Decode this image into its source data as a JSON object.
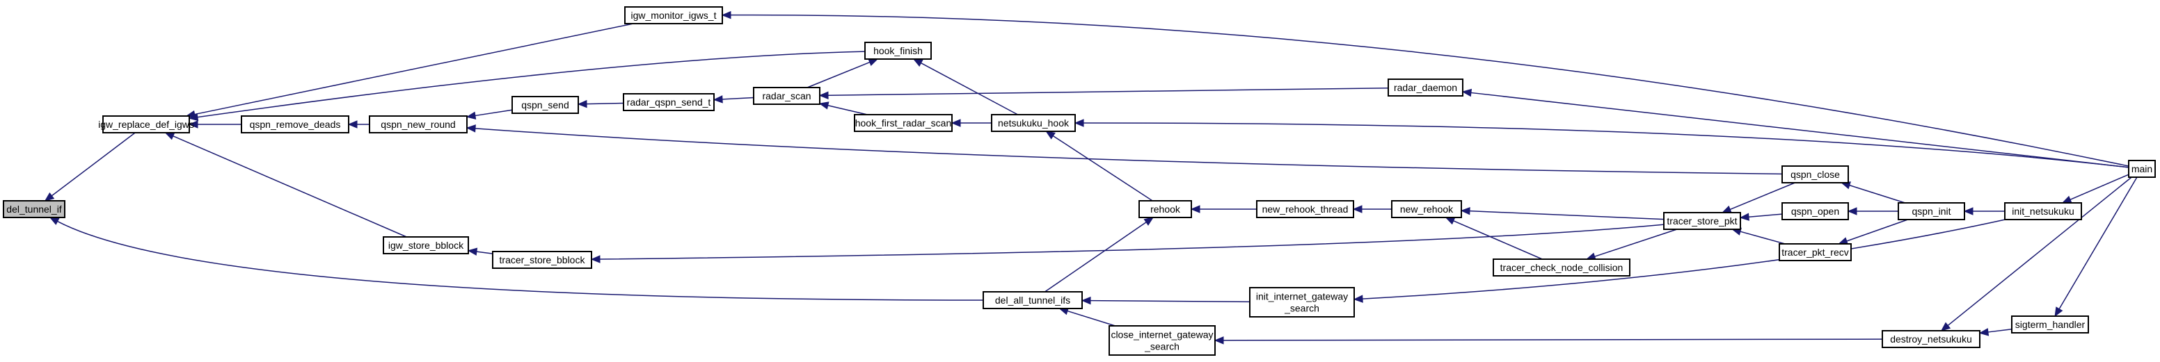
{
  "nodes": [
    {
      "id": "del_tunnel_if",
      "lines": [
        "del_tunnel_if"
      ],
      "root": true
    },
    {
      "id": "igw_replace_def_igws",
      "lines": [
        "igw_replace_def_igws"
      ]
    },
    {
      "id": "igw_monitor_igws_t",
      "lines": [
        "igw_monitor_igws_t"
      ]
    },
    {
      "id": "hook_finish",
      "lines": [
        "hook_finish"
      ]
    },
    {
      "id": "qspn_remove_deads",
      "lines": [
        "qspn_remove_deads"
      ]
    },
    {
      "id": "qspn_new_round",
      "lines": [
        "qspn_new_round"
      ]
    },
    {
      "id": "qspn_send",
      "lines": [
        "qspn_send"
      ]
    },
    {
      "id": "radar_qspn_send_t",
      "lines": [
        "radar_qspn_send_t"
      ]
    },
    {
      "id": "radar_scan",
      "lines": [
        "radar_scan"
      ]
    },
    {
      "id": "hook_first_radar_scan",
      "lines": [
        "hook_first_radar_scan"
      ]
    },
    {
      "id": "netsukuku_hook",
      "lines": [
        "netsukuku_hook"
      ]
    },
    {
      "id": "radar_daemon",
      "lines": [
        "radar_daemon"
      ]
    },
    {
      "id": "main",
      "lines": [
        "main"
      ]
    },
    {
      "id": "qspn_close",
      "lines": [
        "qspn_close"
      ]
    },
    {
      "id": "igw_store_bblock",
      "lines": [
        "igw_store_bblock"
      ]
    },
    {
      "id": "tracer_store_bblock",
      "lines": [
        "tracer_store_bblock"
      ]
    },
    {
      "id": "rehook",
      "lines": [
        "rehook"
      ]
    },
    {
      "id": "new_rehook_thread",
      "lines": [
        "new_rehook_thread"
      ]
    },
    {
      "id": "new_rehook",
      "lines": [
        "new_rehook"
      ]
    },
    {
      "id": "tracer_check_node_collision",
      "lines": [
        "tracer_check_node_collision"
      ]
    },
    {
      "id": "tracer_store_pkt",
      "lines": [
        "tracer_store_pkt"
      ]
    },
    {
      "id": "qspn_open",
      "lines": [
        "qspn_open"
      ]
    },
    {
      "id": "qspn_init",
      "lines": [
        "qspn_init"
      ]
    },
    {
      "id": "init_netsukuku",
      "lines": [
        "init_netsukuku"
      ]
    },
    {
      "id": "tracer_pkt_recv",
      "lines": [
        "tracer_pkt_recv"
      ]
    },
    {
      "id": "del_all_tunnel_ifs",
      "lines": [
        "del_all_tunnel_ifs"
      ]
    },
    {
      "id": "init_internet_gateway_search",
      "lines": [
        "init_internet_gateway",
        "_search"
      ]
    },
    {
      "id": "close_internet_gateway_search",
      "lines": [
        "close_internet_gateway",
        "_search"
      ]
    },
    {
      "id": "destroy_netsukuku",
      "lines": [
        "destroy_netsukuku"
      ]
    },
    {
      "id": "sigterm_handler",
      "lines": [
        "sigterm_handler"
      ]
    }
  ],
  "edges": [
    {
      "from": "igw_replace_def_igws",
      "to": "del_tunnel_if"
    },
    {
      "from": "del_all_tunnel_ifs",
      "to": "del_tunnel_if"
    },
    {
      "from": "igw_monitor_igws_t",
      "to": "igw_replace_def_igws"
    },
    {
      "from": "hook_finish",
      "to": "igw_replace_def_igws"
    },
    {
      "from": "qspn_remove_deads",
      "to": "igw_replace_def_igws"
    },
    {
      "from": "igw_store_bblock",
      "to": "igw_replace_def_igws"
    },
    {
      "from": "main",
      "to": "igw_monitor_igws_t"
    },
    {
      "from": "radar_scan",
      "to": "hook_finish"
    },
    {
      "from": "netsukuku_hook",
      "to": "hook_finish"
    },
    {
      "from": "qspn_new_round",
      "to": "qspn_remove_deads"
    },
    {
      "from": "qspn_send",
      "to": "qspn_new_round"
    },
    {
      "from": "qspn_close",
      "to": "qspn_new_round"
    },
    {
      "from": "radar_qspn_send_t",
      "to": "qspn_send"
    },
    {
      "from": "radar_scan",
      "to": "radar_qspn_send_t"
    },
    {
      "from": "radar_daemon",
      "to": "radar_scan"
    },
    {
      "from": "hook_first_radar_scan",
      "to": "radar_scan"
    },
    {
      "from": "netsukuku_hook",
      "to": "hook_first_radar_scan"
    },
    {
      "from": "main",
      "to": "radar_daemon"
    },
    {
      "from": "main",
      "to": "netsukuku_hook"
    },
    {
      "from": "rehook",
      "to": "netsukuku_hook"
    },
    {
      "from": "tracer_store_bblock",
      "to": "igw_store_bblock"
    },
    {
      "from": "tracer_store_pkt",
      "to": "tracer_store_bblock"
    },
    {
      "from": "new_rehook_thread",
      "to": "rehook"
    },
    {
      "from": "del_all_tunnel_ifs",
      "to": "rehook"
    },
    {
      "from": "new_rehook",
      "to": "new_rehook_thread"
    },
    {
      "from": "tracer_store_pkt",
      "to": "new_rehook"
    },
    {
      "from": "tracer_check_node_collision",
      "to": "new_rehook"
    },
    {
      "from": "tracer_store_pkt",
      "to": "tracer_check_node_collision"
    },
    {
      "from": "qspn_close",
      "to": "tracer_store_pkt"
    },
    {
      "from": "qspn_open",
      "to": "tracer_store_pkt"
    },
    {
      "from": "tracer_pkt_recv",
      "to": "tracer_store_pkt"
    },
    {
      "from": "qspn_init",
      "to": "qspn_close"
    },
    {
      "from": "qspn_init",
      "to": "qspn_open"
    },
    {
      "from": "qspn_init",
      "to": "tracer_pkt_recv"
    },
    {
      "from": "init_netsukuku",
      "to": "qspn_init"
    },
    {
      "from": "main",
      "to": "init_netsukuku"
    },
    {
      "from": "init_internet_gateway_search",
      "to": "del_all_tunnel_ifs"
    },
    {
      "from": "close_internet_gateway_search",
      "to": "del_all_tunnel_ifs"
    },
    {
      "from": "init_netsukuku",
      "to": "init_internet_gateway_search"
    },
    {
      "from": "destroy_netsukuku",
      "to": "close_internet_gateway_search"
    },
    {
      "from": "main",
      "to": "destroy_netsukuku"
    },
    {
      "from": "sigterm_handler",
      "to": "destroy_netsukuku"
    },
    {
      "from": "main",
      "to": "sigterm_handler"
    }
  ]
}
